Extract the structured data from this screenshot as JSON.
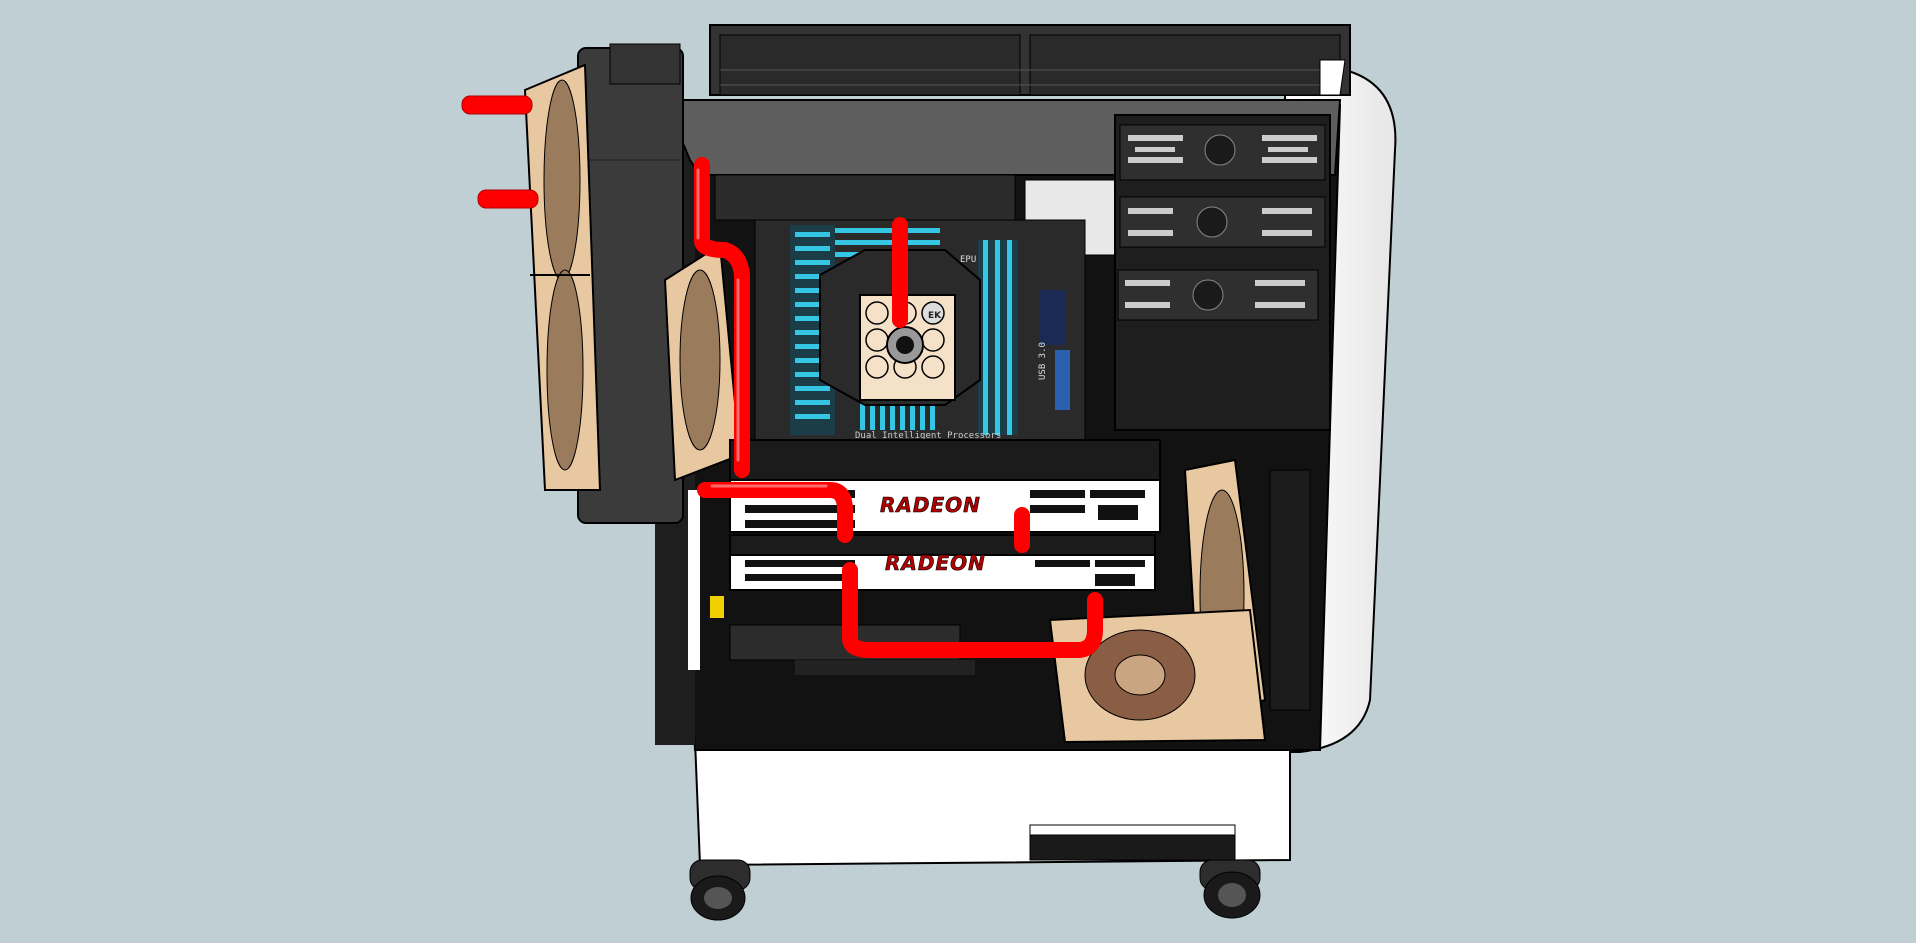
{
  "scene": {
    "background_color": "#c0cfd3",
    "case_body_color": "#111111",
    "case_shell_color": "#ffffff",
    "tube_color": "#ff0000",
    "fan_frame_color": "#e8c8a0",
    "ram_color": "#35c6e4"
  },
  "labels": {
    "gpu_top": "RADEON",
    "gpu_bottom": "RADEON",
    "epu": "EPU",
    "usb": "USB 3.0",
    "chipset": "Dual Intelligent Processors",
    "block_logo": "EK"
  },
  "icons": {
    "fan": "fan-icon",
    "caster": "caster-wheel-icon",
    "drive_bay": "drive-bay-icon"
  }
}
